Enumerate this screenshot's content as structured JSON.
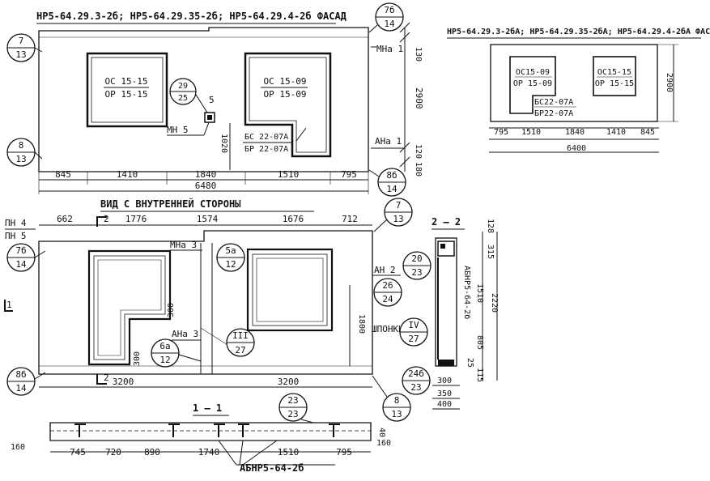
{
  "facade": {
    "title": "НР5-64.29.3-2б; НР5-64.29.35-2б; НР5-64.29.4-2б  ФАСАД",
    "windows": [
      {
        "top": "ОС 15-15",
        "bottom": "ОР 15-15"
      },
      {
        "top": "ОС 15-09",
        "bottom": "ОР 15-09"
      }
    ],
    "door": {
      "top": "БС 22-07А",
      "bottom": "БР 22-07А"
    },
    "callouts": [
      {
        "top": "7",
        "bottom": "13"
      },
      {
        "top": "8",
        "bottom": "13"
      },
      {
        "top": "29",
        "bottom": "25"
      },
      {
        "top": "7б",
        "bottom": "14"
      },
      {
        "top": "8б",
        "bottom": "14"
      }
    ],
    "labels": [
      "МН 5",
      "МНа 1",
      "АНа 1",
      "5"
    ],
    "dims_bottom": [
      "845",
      "1410",
      "1840",
      "1510",
      "795"
    ],
    "total": "6480",
    "dims_right": [
      "130",
      "2900",
      "120",
      "180"
    ],
    "dim_sill": "1020"
  },
  "facade_small": {
    "title": "НР5-64.29.3-2бА; НР5-64.29.35-2бА; НР5-64.29.4-2бА ФАСАД",
    "windows": [
      {
        "top": "ОС15-09",
        "bottom": "ОР 15-09"
      },
      {
        "top": "ОС15-15",
        "bottom": "ОР 15-15"
      }
    ],
    "door": {
      "top": "БС22-07А",
      "bottom": "БР22-07А"
    },
    "dims_bottom": [
      "795",
      "1510",
      "1840",
      "1410",
      "845"
    ],
    "total": "6400",
    "height": "2900"
  },
  "inner": {
    "title": "ВИД С ВНУТРЕННЕЙ СТОРОНЫ",
    "dims_top": [
      "662",
      "1776",
      "1574",
      "1676",
      "712"
    ],
    "pn4": "ПН 4",
    "pn5": "ПН 5",
    "mark_2": "2",
    "mark_1": "1",
    "callouts": [
      {
        "top": "7б",
        "bottom": "14"
      },
      {
        "top": "5а",
        "bottom": "12"
      },
      {
        "top": "6а",
        "bottom": "12"
      },
      {
        "top": "III",
        "bottom": "27"
      },
      {
        "top": "7",
        "bottom": "13"
      },
      {
        "top": "26",
        "bottom": "24"
      },
      {
        "top": "IV",
        "bottom": "27"
      },
      {
        "top": "8б",
        "bottom": "14"
      },
      {
        "top": "8",
        "bottom": "13"
      }
    ],
    "labels": [
      "МНа 3",
      "АНа 3",
      "АН 2",
      "ШПОНКИ"
    ],
    "dims_small": [
      "300",
      "300"
    ],
    "height_window": "1800",
    "dims_bottom": [
      "3200",
      "3200"
    ]
  },
  "section_2": {
    "title": "2 — 2",
    "callouts": [
      {
        "top": "20",
        "bottom": "23"
      },
      {
        "top": "24б",
        "bottom": "23"
      }
    ],
    "vertical_label": "АБНР5-64-2б",
    "dims_right": [
      "128",
      "315",
      "1510",
      "2220",
      "805",
      "25",
      "115"
    ],
    "dims_bottom": [
      "300",
      "350",
      "400"
    ]
  },
  "section_1": {
    "title": "1 — 1",
    "callout": {
      "top": "23",
      "bottom": "23"
    },
    "dims_bottom": [
      "745",
      "720",
      "890",
      "1740",
      "1510",
      "795"
    ],
    "left_dim": "160",
    "right_dims": [
      "40",
      "160"
    ],
    "mark": "АБНР5-64-2б"
  }
}
